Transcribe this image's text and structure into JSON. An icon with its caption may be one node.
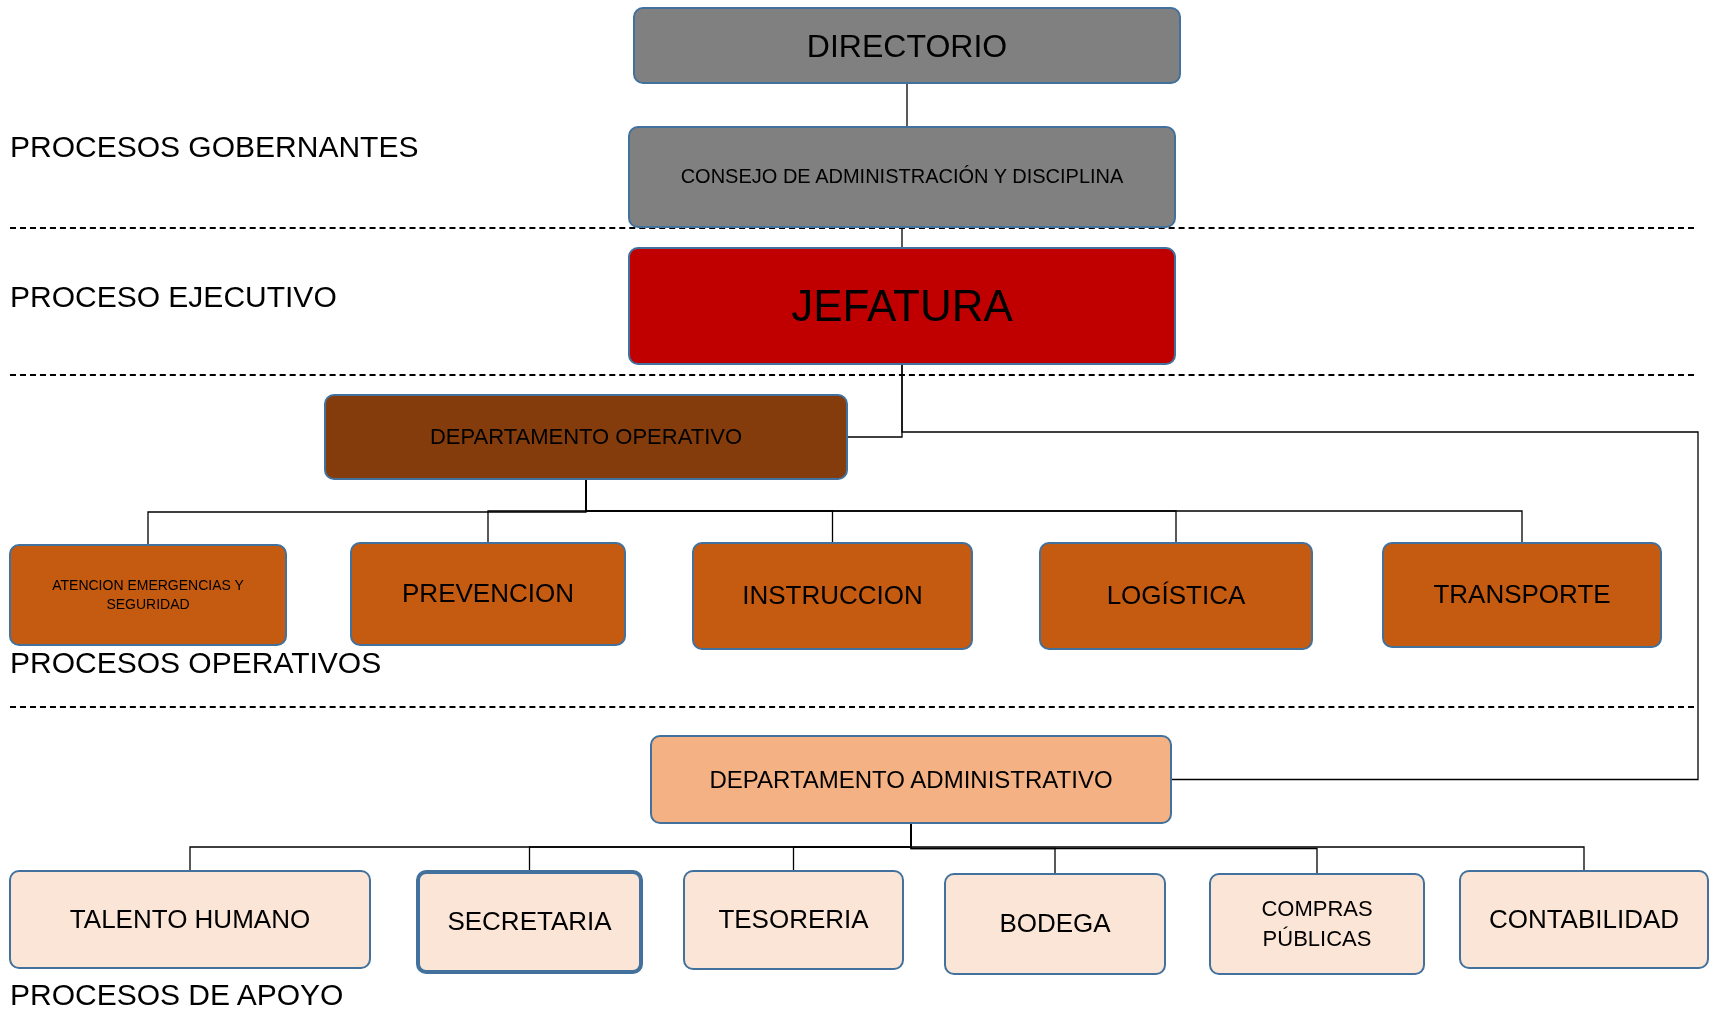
{
  "diagram": {
    "nodes": [
      {
        "text": [
          "DIRECTORIO"
        ]
      },
      {
        "text": [
          "CONSEJO DE ADMINISTRACIÓN Y DISCIPLINA"
        ]
      },
      {
        "text": [
          "JEFATURA"
        ]
      },
      {
        "text": [
          "DEPARTAMENTO OPERATIVO"
        ]
      },
      {
        "text": [
          "ATENCION EMERGENCIAS Y SEGURIDAD"
        ]
      },
      {
        "text": [
          "PREVENCION"
        ]
      },
      {
        "text": [
          "INSTRUCCION"
        ]
      },
      {
        "text": [
          "LOGÍSTICA"
        ]
      },
      {
        "text": [
          "TRANSPORTE"
        ]
      },
      {
        "text": [
          "DEPARTAMENTO ADMINISTRATIVO"
        ]
      },
      {
        "text": [
          "TALENTO HUMANO"
        ]
      },
      {
        "text": [
          "SECRETARIA"
        ]
      },
      {
        "text": [
          "TESORERIA"
        ]
      },
      {
        "text": [
          "BODEGA"
        ]
      },
      {
        "text": [
          "COMPRAS PÚBLICAS"
        ]
      },
      {
        "text": [
          "CONTABILIDAD"
        ]
      }
    ],
    "edges": [
      {
        "from": 0,
        "to": 1,
        "arrow": "none"
      },
      {
        "from": 1,
        "to": 2,
        "arrow": "none"
      },
      {
        "from": 2,
        "to": 3,
        "arrow": "none"
      },
      {
        "from": 2,
        "to": 9,
        "arrow": "none"
      },
      {
        "from": 3,
        "to": 4,
        "arrow": "none"
      },
      {
        "from": 3,
        "to": 5,
        "arrow": "none"
      },
      {
        "from": 3,
        "to": 6,
        "arrow": "none"
      },
      {
        "from": 3,
        "to": 7,
        "arrow": "none"
      },
      {
        "from": 3,
        "to": 8,
        "arrow": "none"
      },
      {
        "from": 9,
        "to": 10,
        "arrow": "none"
      },
      {
        "from": 9,
        "to": 11,
        "arrow": "none"
      },
      {
        "from": 9,
        "to": 12,
        "arrow": "none"
      },
      {
        "from": 9,
        "to": 13,
        "arrow": "none"
      },
      {
        "from": 9,
        "to": 14,
        "arrow": "none"
      },
      {
        "from": 9,
        "to": 15,
        "arrow": "none"
      }
    ],
    "labels": [
      "PROCESOS GOBERNANTES",
      "PROCESO EJECUTIVO",
      "PROCESOS OPERATIVOS",
      "PROCESOS DE APOYO"
    ]
  }
}
